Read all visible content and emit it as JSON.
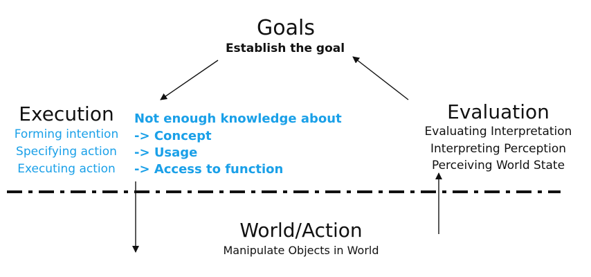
{
  "goals": {
    "title": "Goals",
    "subtitle": "Establish the goal"
  },
  "execution": {
    "title": "Execution",
    "steps": [
      "Forming intention",
      "Specifying action",
      "Executing action"
    ]
  },
  "knowledge": {
    "heading": "Not enough knowledge about",
    "items": [
      "-> Concept",
      "-> Usage",
      "-> Access to function"
    ]
  },
  "evaluation": {
    "title": "Evaluation",
    "steps": [
      "Evaluating Interpretation",
      "Interpreting Perception",
      "Perceiving World State"
    ]
  },
  "world": {
    "title": "World/Action",
    "subtitle": "Manipulate Objects in World"
  },
  "colors": {
    "accent": "#1aa0e8",
    "text": "#111111"
  }
}
